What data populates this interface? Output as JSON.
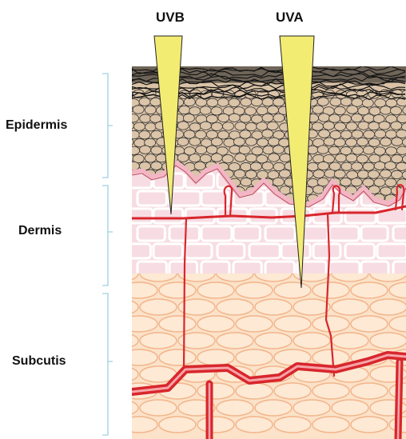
{
  "rays": {
    "uvb": "UVB",
    "uva": "UVA"
  },
  "layers": {
    "epidermis": "Epidermis",
    "dermis": "Dermis",
    "subcutis": "Subcutis"
  },
  "colors": {
    "epidermis_cells": "#d9c2a6",
    "stratum_corneum": "#1a1a1a",
    "basal_layer": "#f2b6c4",
    "dermis": "#f7dde3",
    "subcutis": "#fbe2c8",
    "vessel": "#d8262c",
    "ray": "#f3ec73",
    "bracket": "#9fd0e0"
  }
}
